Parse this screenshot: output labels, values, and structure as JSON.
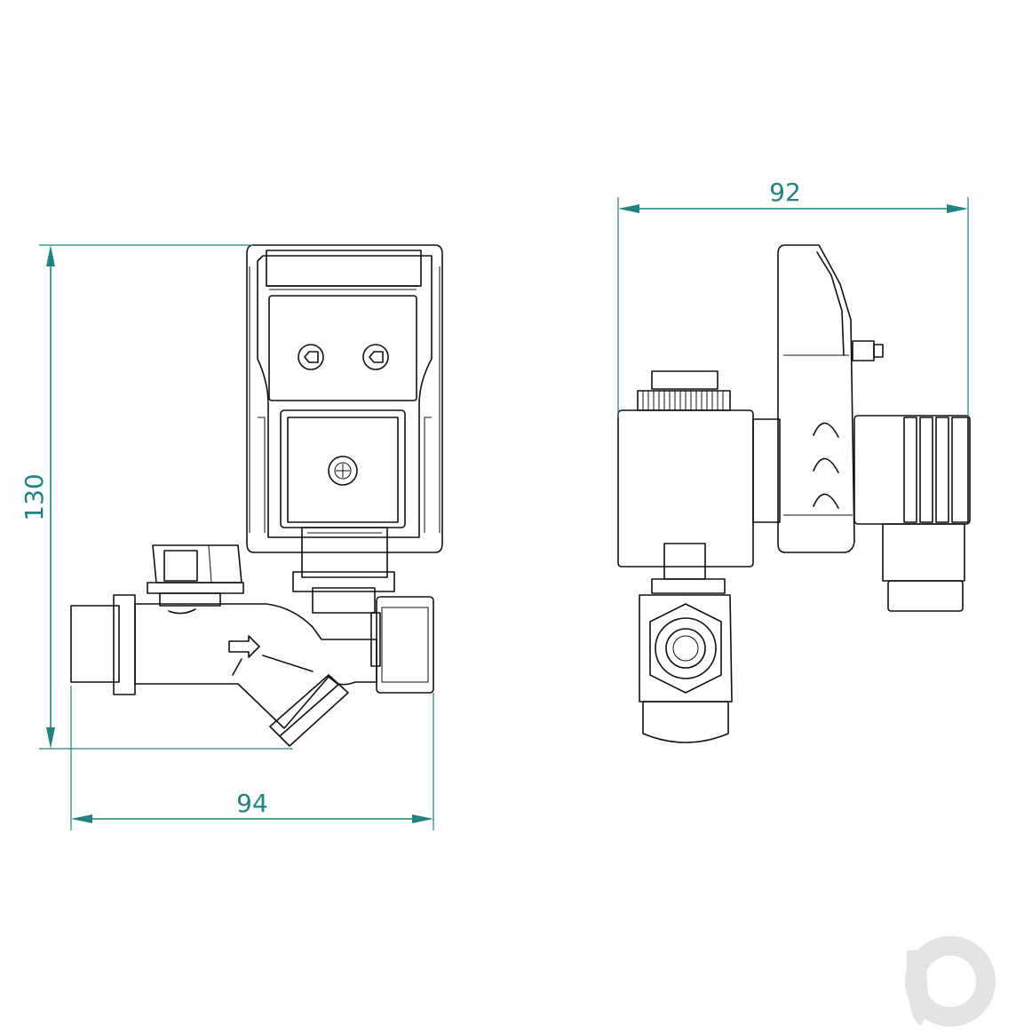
{
  "drawing": {
    "front_view": {
      "height_dimension": "130",
      "width_dimension": "94"
    },
    "side_view": {
      "width_dimension": "92"
    },
    "watermark_logo": "ao",
    "colors": {
      "dimension": "#1f8384",
      "line": "#111111",
      "logo": "#e3e3e3"
    }
  }
}
